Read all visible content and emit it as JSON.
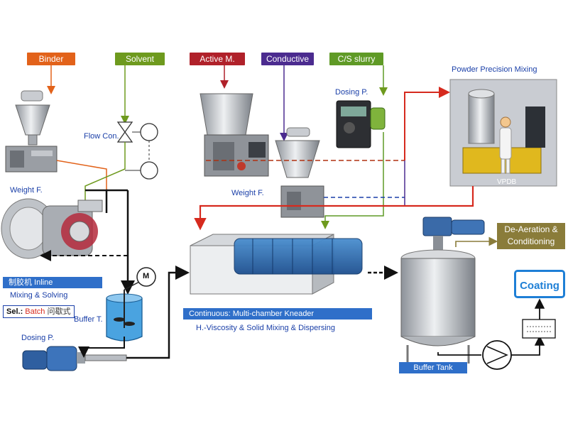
{
  "tags": {
    "binder": "Binder",
    "solvent": "Solvent",
    "active": "Active M.",
    "conductive": "Conductive",
    "slurry": "C/S slurry"
  },
  "labels": {
    "powder_mixing": "Powder Precision Mixing",
    "dosing_top": "Dosing P.",
    "flow_con": "Flow Con.",
    "weight_left": "Weight F.",
    "weight_mid": "Weight F.",
    "vpdb": "VPDB",
    "inline_mixer": "制胶机 Inline",
    "mixing_solving": "Mixing & Solving",
    "sel_prefix": "Sel.:",
    "sel_batch": "Batch",
    "sel_suffix": "问歇式",
    "buffer_t": "Buffer T.",
    "motor": "M",
    "dosing_bottom": "Dosing P.",
    "kneader": "Continuous:  Multi-chamber Kneader",
    "hv_mixing": "H.-Viscosity & Solid Mixing & Dispersing",
    "buffer_tank": "Buffer Tank",
    "deaeration": "De-Aeration & Conditioning",
    "coating": "Coating"
  },
  "colors": {
    "binder": "#e2621a",
    "solvent": "#6e9a1e",
    "active": "#b0212a",
    "conductive": "#4b2b8f",
    "slurry": "#5f9a26",
    "main_red": "#d62a1e",
    "dark_red": "#b03010",
    "label_blue": "#1a3fa8",
    "bar_blue": "#2f6fc9",
    "deaeration": "#8a7c3a",
    "coating_bg": "#1e7fd6"
  },
  "icons": [
    "binder-hopper-icon",
    "flow-valve-icon",
    "gauge-icon",
    "inline-mixer-icon",
    "buffer-tank-icon",
    "motor-icon",
    "pump-icon",
    "kneader-icon",
    "mixer-machine-icon",
    "operator-icon",
    "jacket-tank-icon",
    "circulation-pump-icon",
    "control-box-icon"
  ]
}
